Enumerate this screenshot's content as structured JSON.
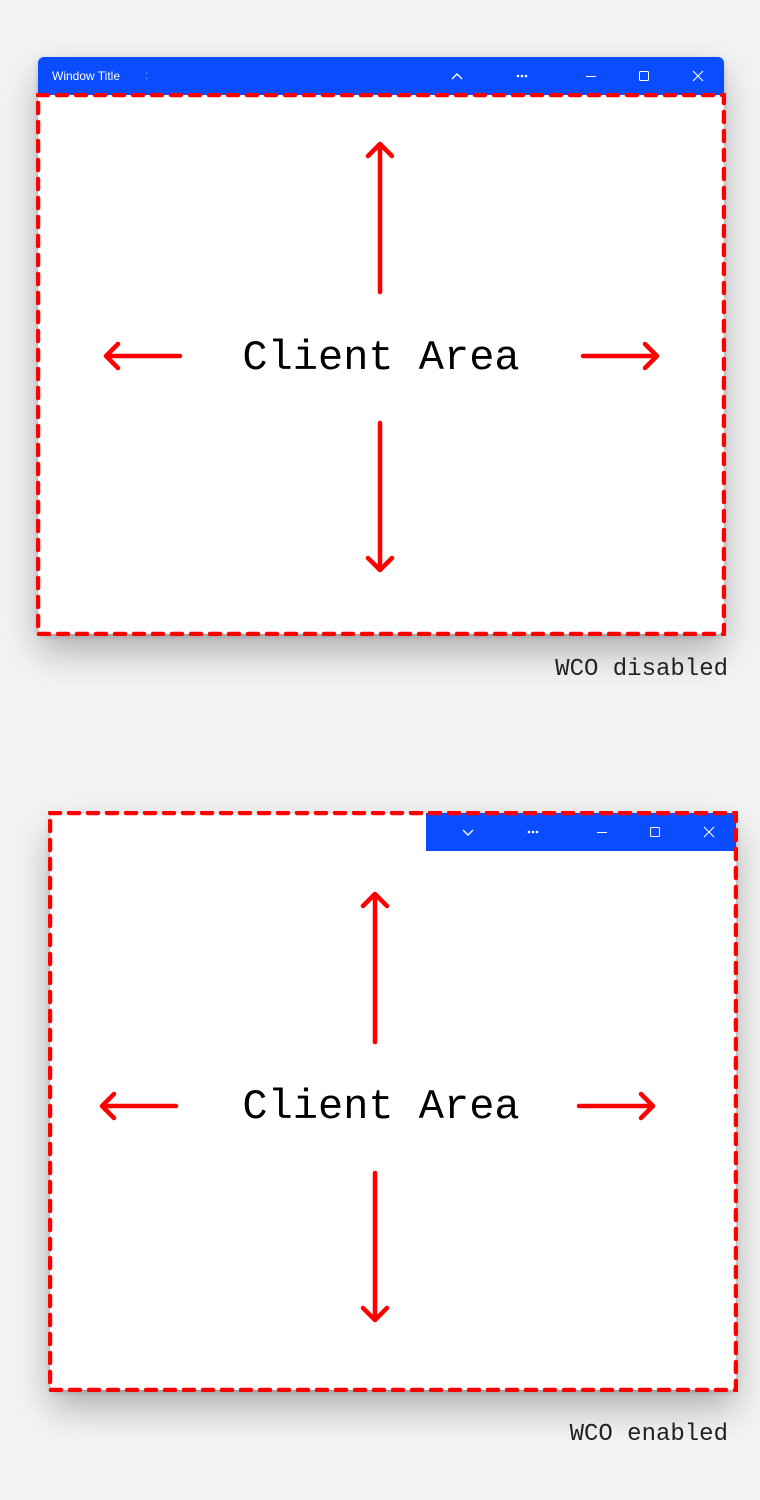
{
  "figures": [
    {
      "id": "wco-disabled",
      "title_bar": {
        "title": "Window Title",
        "separator": ":",
        "controls": [
          "chevron-up-icon",
          "more-icon",
          "minimize-icon",
          "maximize-icon",
          "close-icon"
        ]
      },
      "client_label": "Client Area",
      "caption": "WCO disabled"
    },
    {
      "id": "wco-enabled",
      "title_bar": {
        "controls": [
          "chevron-down-icon",
          "more-icon",
          "minimize-icon",
          "maximize-icon",
          "close-icon"
        ]
      },
      "client_label": "Client Area",
      "caption": "WCO enabled"
    }
  ],
  "colors": {
    "page_background": "#f3f3f3",
    "title_bar": "#0a4cff",
    "client_area_outline": "#ff0000",
    "arrow": "#ff0000"
  }
}
